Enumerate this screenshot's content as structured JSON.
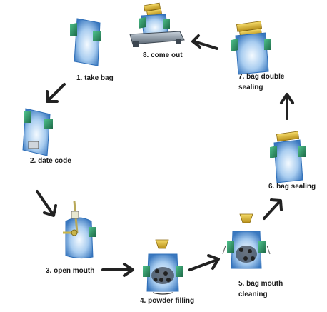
{
  "steps": [
    {
      "label": "1. take bag"
    },
    {
      "label": "2. date code"
    },
    {
      "label": "3. open mouth"
    },
    {
      "label": "4. powder filling"
    },
    {
      "label": "5. bag mouth",
      "label2": "cleaning"
    },
    {
      "label": "6. bag sealing"
    },
    {
      "label": "7. bag double",
      "label2": "sealing"
    },
    {
      "label": "8. come out"
    }
  ],
  "colors": {
    "bag_light": "#eaf4ff",
    "bag_mid": "#8cbcea",
    "bag_dark": "#2f6fb8",
    "clip_green": "#2f9a6a",
    "clip_dark": "#1e5e44",
    "seal_yellow": "#e8c23c",
    "arrow": "#222222"
  }
}
